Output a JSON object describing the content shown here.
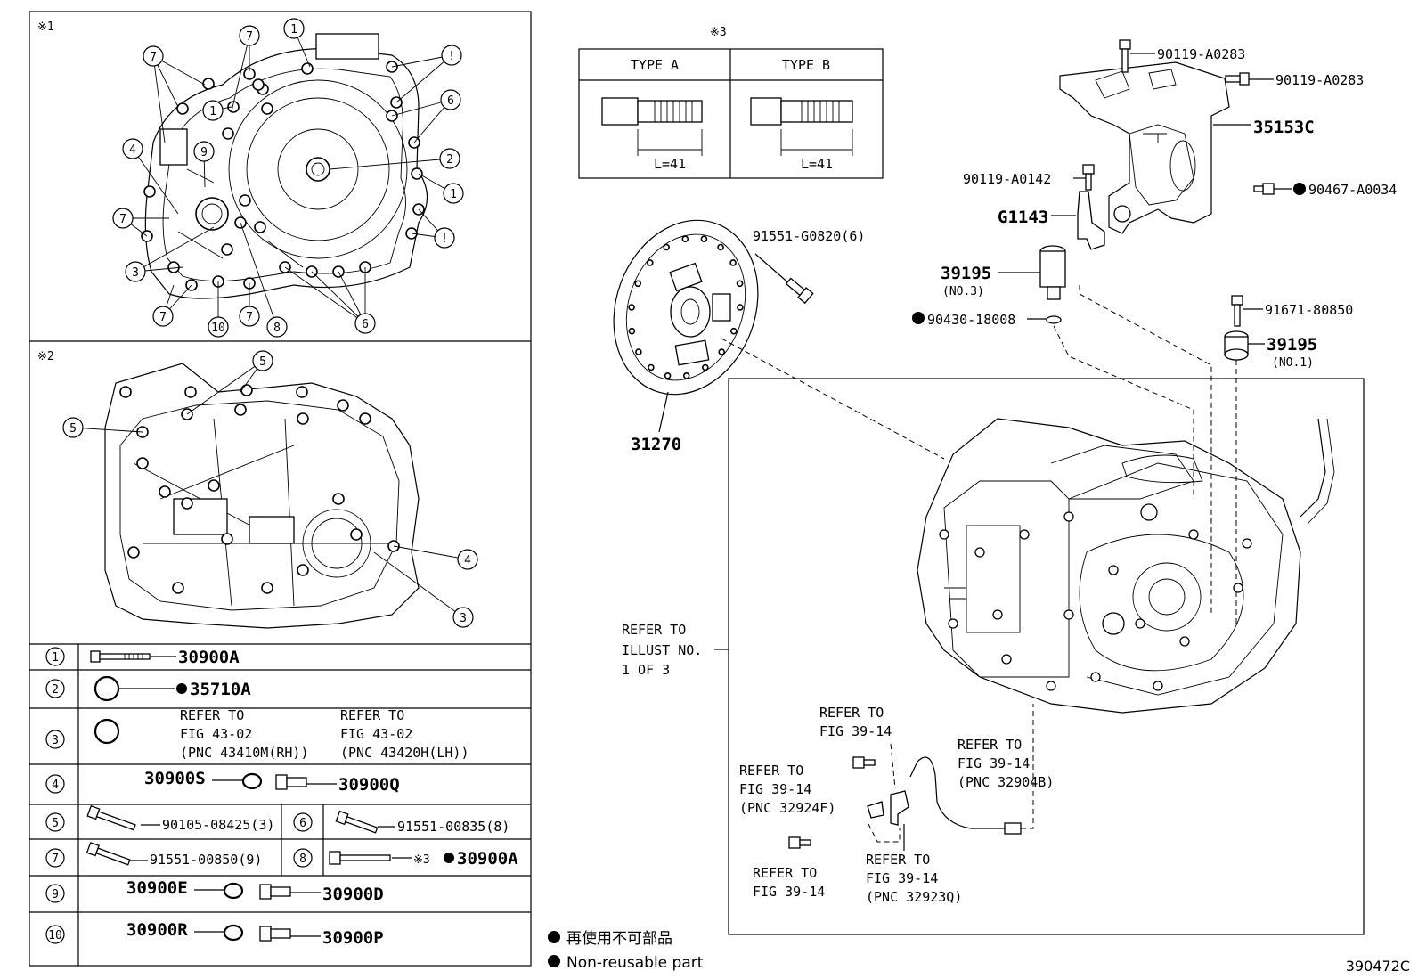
{
  "sections": {
    "s1": "※1",
    "s2": "※2",
    "s3": "※3"
  },
  "type_table": {
    "type_a": "TYPE A",
    "type_b": "TYPE B",
    "length_a": "L=41",
    "length_b": "L=41"
  },
  "callouts": {
    "c1": "1",
    "c2": "2",
    "c3": "3",
    "c4": "4",
    "c5": "5",
    "c6": "6",
    "c7": "7",
    "c8": "8",
    "c9": "9",
    "c10": "10",
    "c_excl": "!"
  },
  "parts": {
    "p90119_a": "90119-A0283",
    "p90119_b": "90119-A0283",
    "p35153c": "35153C",
    "p90119_a0142": "90119-A0142",
    "p90467": "90467-A0034",
    "pG1143": "G1143",
    "p39195_3": "39195",
    "p39195_3_sub": "(NO.3)",
    "p90430": "90430-18008",
    "p91671": "91671-80850",
    "p39195_1": "39195",
    "p39195_1_sub": "(NO.1)",
    "p91551_g": "91551-G0820(6)",
    "p31270": "31270"
  },
  "refers": {
    "illust_1": "REFER TO",
    "illust_2": "ILLUST NO.",
    "illust_3": "1 OF 3",
    "r1_1": "REFER TO",
    "r1_2": "FIG 39-14",
    "r2_1": "REFER TO",
    "r2_2": "FIG 39-14",
    "r2_3": "(PNC 32924F)",
    "r3_1": "REFER TO",
    "r3_2": "FIG 39-14",
    "r3_3": "(PNC 32904B)",
    "r4_1": "REFER TO",
    "r4_2": "FIG 39-14",
    "r5_1": "REFER TO",
    "r5_2": "FIG 39-14",
    "r5_3": "(PNC 32923Q)"
  },
  "legend_table": {
    "r1": {
      "num": "1",
      "part": "30900A"
    },
    "r2": {
      "num": "2",
      "part": "35710A"
    },
    "r3": {
      "num": "3",
      "a1": "REFER TO",
      "a2": "FIG 43-02",
      "a3": "(PNC 43410M(RH))",
      "b1": "REFER TO",
      "b2": "FIG 43-02",
      "b3": "(PNC 43420H(LH))"
    },
    "r4": {
      "num": "4",
      "part_a": "30900S",
      "part_b": "30900Q"
    },
    "r5": {
      "num": "5",
      "part": "90105-08425(3)"
    },
    "r6": {
      "num": "6",
      "part": "91551-00835(8)"
    },
    "r7": {
      "num": "7",
      "part": "91551-00850(9)"
    },
    "r8": {
      "num": "8",
      "mark": "※3",
      "part": "30900A"
    },
    "r9": {
      "num": "9",
      "part_a": "30900E",
      "part_b": "30900D"
    },
    "r10": {
      "num": "10",
      "part_a": "30900R",
      "part_b": "30900P"
    }
  },
  "footer": {
    "note_jp": "再使用不可部品",
    "note_en": "Non-reusable part",
    "code": "390472C"
  }
}
